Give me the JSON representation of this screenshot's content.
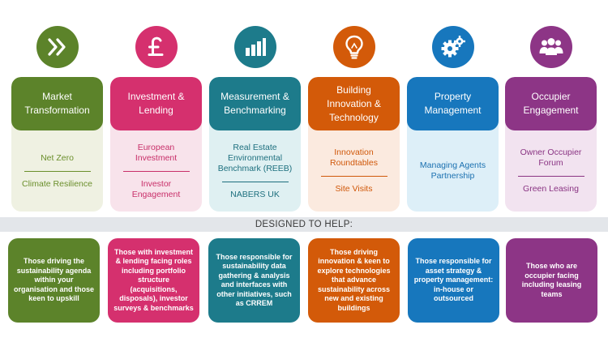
{
  "columns": [
    {
      "title": "Market Transformation",
      "icon": "double-chevron-right-icon",
      "color": "#5c832a",
      "light": "#eff1e2",
      "text_color": "#6b8f2c",
      "items": [
        "Net Zero",
        "Climate Resilience"
      ],
      "help": "Those driving the sustainability agenda within your organisation and those keen to upskill"
    },
    {
      "title": "Investment & Lending",
      "icon": "pound-sign-icon",
      "color": "#d5306e",
      "light": "#f8e3eb",
      "text_color": "#c82f69",
      "items": [
        "European Investment",
        "Investor Engagement"
      ],
      "help": "Those with investment & lending facing roles including portfolio structure (acquisitions, disposals), investor surveys & benchmarks"
    },
    {
      "title": "Measurement & Benchmarking",
      "icon": "bar-chart-icon",
      "color": "#1d7b8b",
      "light": "#dff0f2",
      "text_color": "#1d6f7e",
      "items": [
        "Real Estate Environmental Benchmark (REEB)",
        "NABERS UK"
      ],
      "help": "Those responsible for sustainability data gathering & analysis and interfaces with other initiatives, such as CRREM"
    },
    {
      "title": "Building Innovation & Technology",
      "icon": "light-bulb-icon",
      "color": "#d35a09",
      "light": "#fbeadf",
      "text_color": "#d0580a",
      "items": [
        "Innovation Roundtables",
        "Site Visits"
      ],
      "help": "Those driving innovation & keen to explore technologies that advance sustainability across new and existing buildings"
    },
    {
      "title": "Property Management",
      "icon": "gears-icon",
      "color": "#1777bd",
      "light": "#ddeff8",
      "text_color": "#1a70b0",
      "items": [
        "Managing Agents Partnership"
      ],
      "help": "Those responsible for asset strategy & property management: in-house or outsourced"
    },
    {
      "title": "Occupier Engagement",
      "icon": "people-group-icon",
      "color": "#8d3586",
      "light": "#f2e3f0",
      "text_color": "#8a3483",
      "items": [
        "Owner Occupier Forum",
        "Green Leasing"
      ],
      "help": "Those who are occupier facing including leasing teams"
    }
  ],
  "banner": "DESIGNED TO HELP:"
}
